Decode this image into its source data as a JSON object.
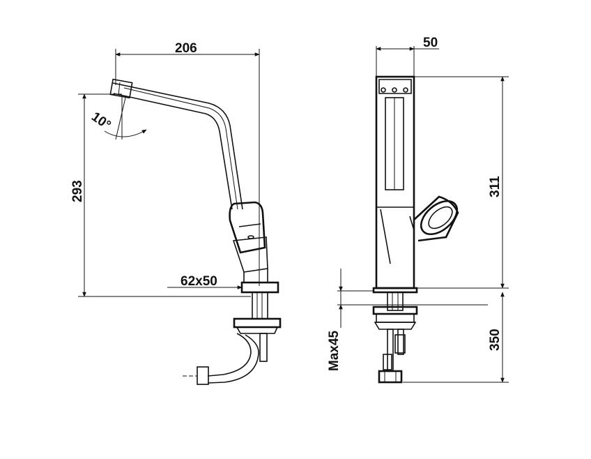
{
  "diagram": {
    "side_view": {
      "width_label": "206",
      "height_label": "293",
      "angle_label": "10°",
      "base_label": "62x50"
    },
    "front_view": {
      "width_label": "50",
      "height_label": "311",
      "hose_label": "350",
      "max_label": "Max45"
    }
  }
}
